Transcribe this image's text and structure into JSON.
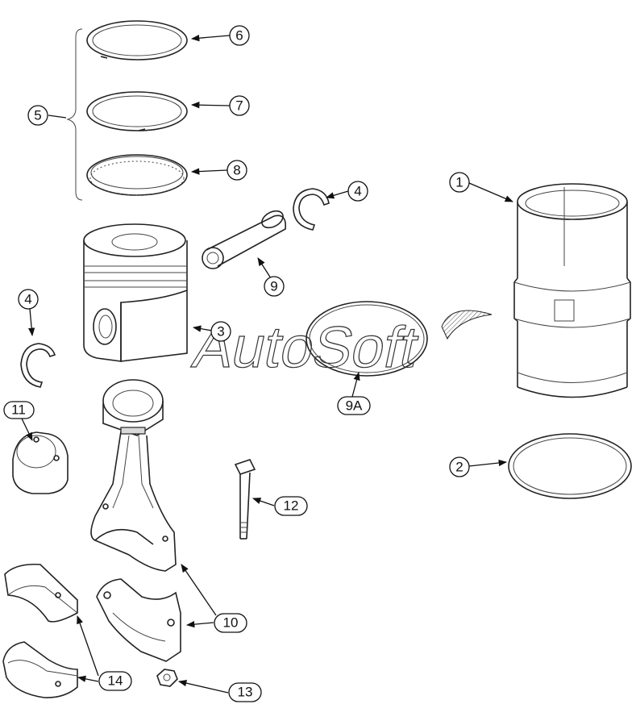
{
  "watermark": "AutoSoft",
  "callouts": [
    {
      "id": "c1",
      "label": "1"
    },
    {
      "id": "c2",
      "label": "2"
    },
    {
      "id": "c3",
      "label": "3"
    },
    {
      "id": "c4a",
      "label": "4"
    },
    {
      "id": "c4b",
      "label": "4"
    },
    {
      "id": "c5",
      "label": "5"
    },
    {
      "id": "c6",
      "label": "6"
    },
    {
      "id": "c7",
      "label": "7"
    },
    {
      "id": "c8",
      "label": "8"
    },
    {
      "id": "c9",
      "label": "9"
    },
    {
      "id": "c9a",
      "label": "9A"
    },
    {
      "id": "c10",
      "label": "10"
    },
    {
      "id": "c11",
      "label": "11"
    },
    {
      "id": "c12",
      "label": "12"
    },
    {
      "id": "c13",
      "label": "13"
    },
    {
      "id": "c14",
      "label": "14"
    }
  ]
}
